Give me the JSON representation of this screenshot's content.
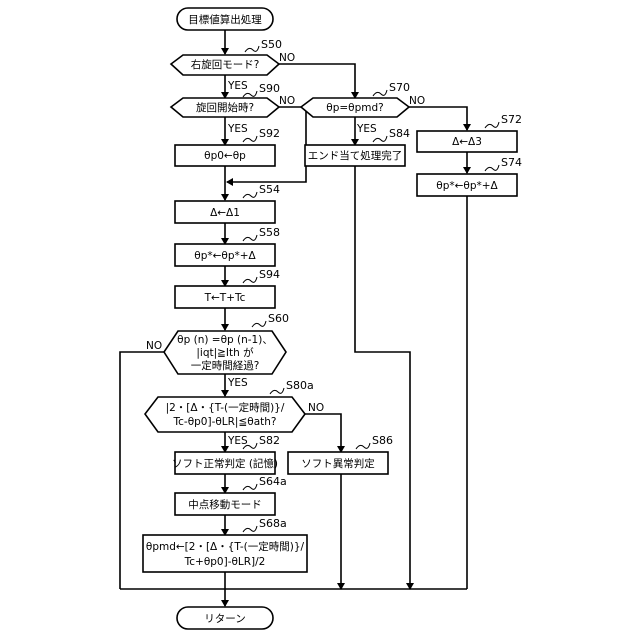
{
  "flowchart": {
    "start": "目標値算出処理",
    "end": "リターン",
    "yes": "YES",
    "no": "NO",
    "d_s50": "右旋回モード?",
    "d_s90": "旋回開始時?",
    "p_s92": "θp0←θp",
    "p_s54": "Δ←Δ1",
    "p_s58": "θp*←θp*+Δ",
    "p_s94": "T←T+Tc",
    "d_s60": [
      "θp (n) =θp (n-1)、",
      "|iqt|≧Ith が",
      "一定時間経過?"
    ],
    "d_s80a": [
      "|2・[Δ・{T-(一定時間)}/",
      "Tc-θp0]-θLR|≦θath?"
    ],
    "p_s82": "ソフト正常判定 (記憶)",
    "p_s64a": "中点移動モード",
    "p_s68a": [
      "θpmd←[2・[Δ・{T-(一定時間)}/",
      "Tc+θp0]-θLR]/2"
    ],
    "d_s70": "θp=θpmd?",
    "p_s84": "エンド当て処理完了",
    "p_s72": "Δ←Δ3",
    "p_s74": "θp*←θp*+Δ",
    "p_s86": "ソフト異常判定",
    "labels": {
      "s50": "S50",
      "s90": "S90",
      "s92": "S92",
      "s54": "S54",
      "s58": "S58",
      "s94": "S94",
      "s60": "S60",
      "s80a": "S80a",
      "s82": "S82",
      "s64a": "S64a",
      "s68a": "S68a",
      "s70": "S70",
      "s84": "S84",
      "s72": "S72",
      "s74": "S74",
      "s86": "S86"
    }
  }
}
